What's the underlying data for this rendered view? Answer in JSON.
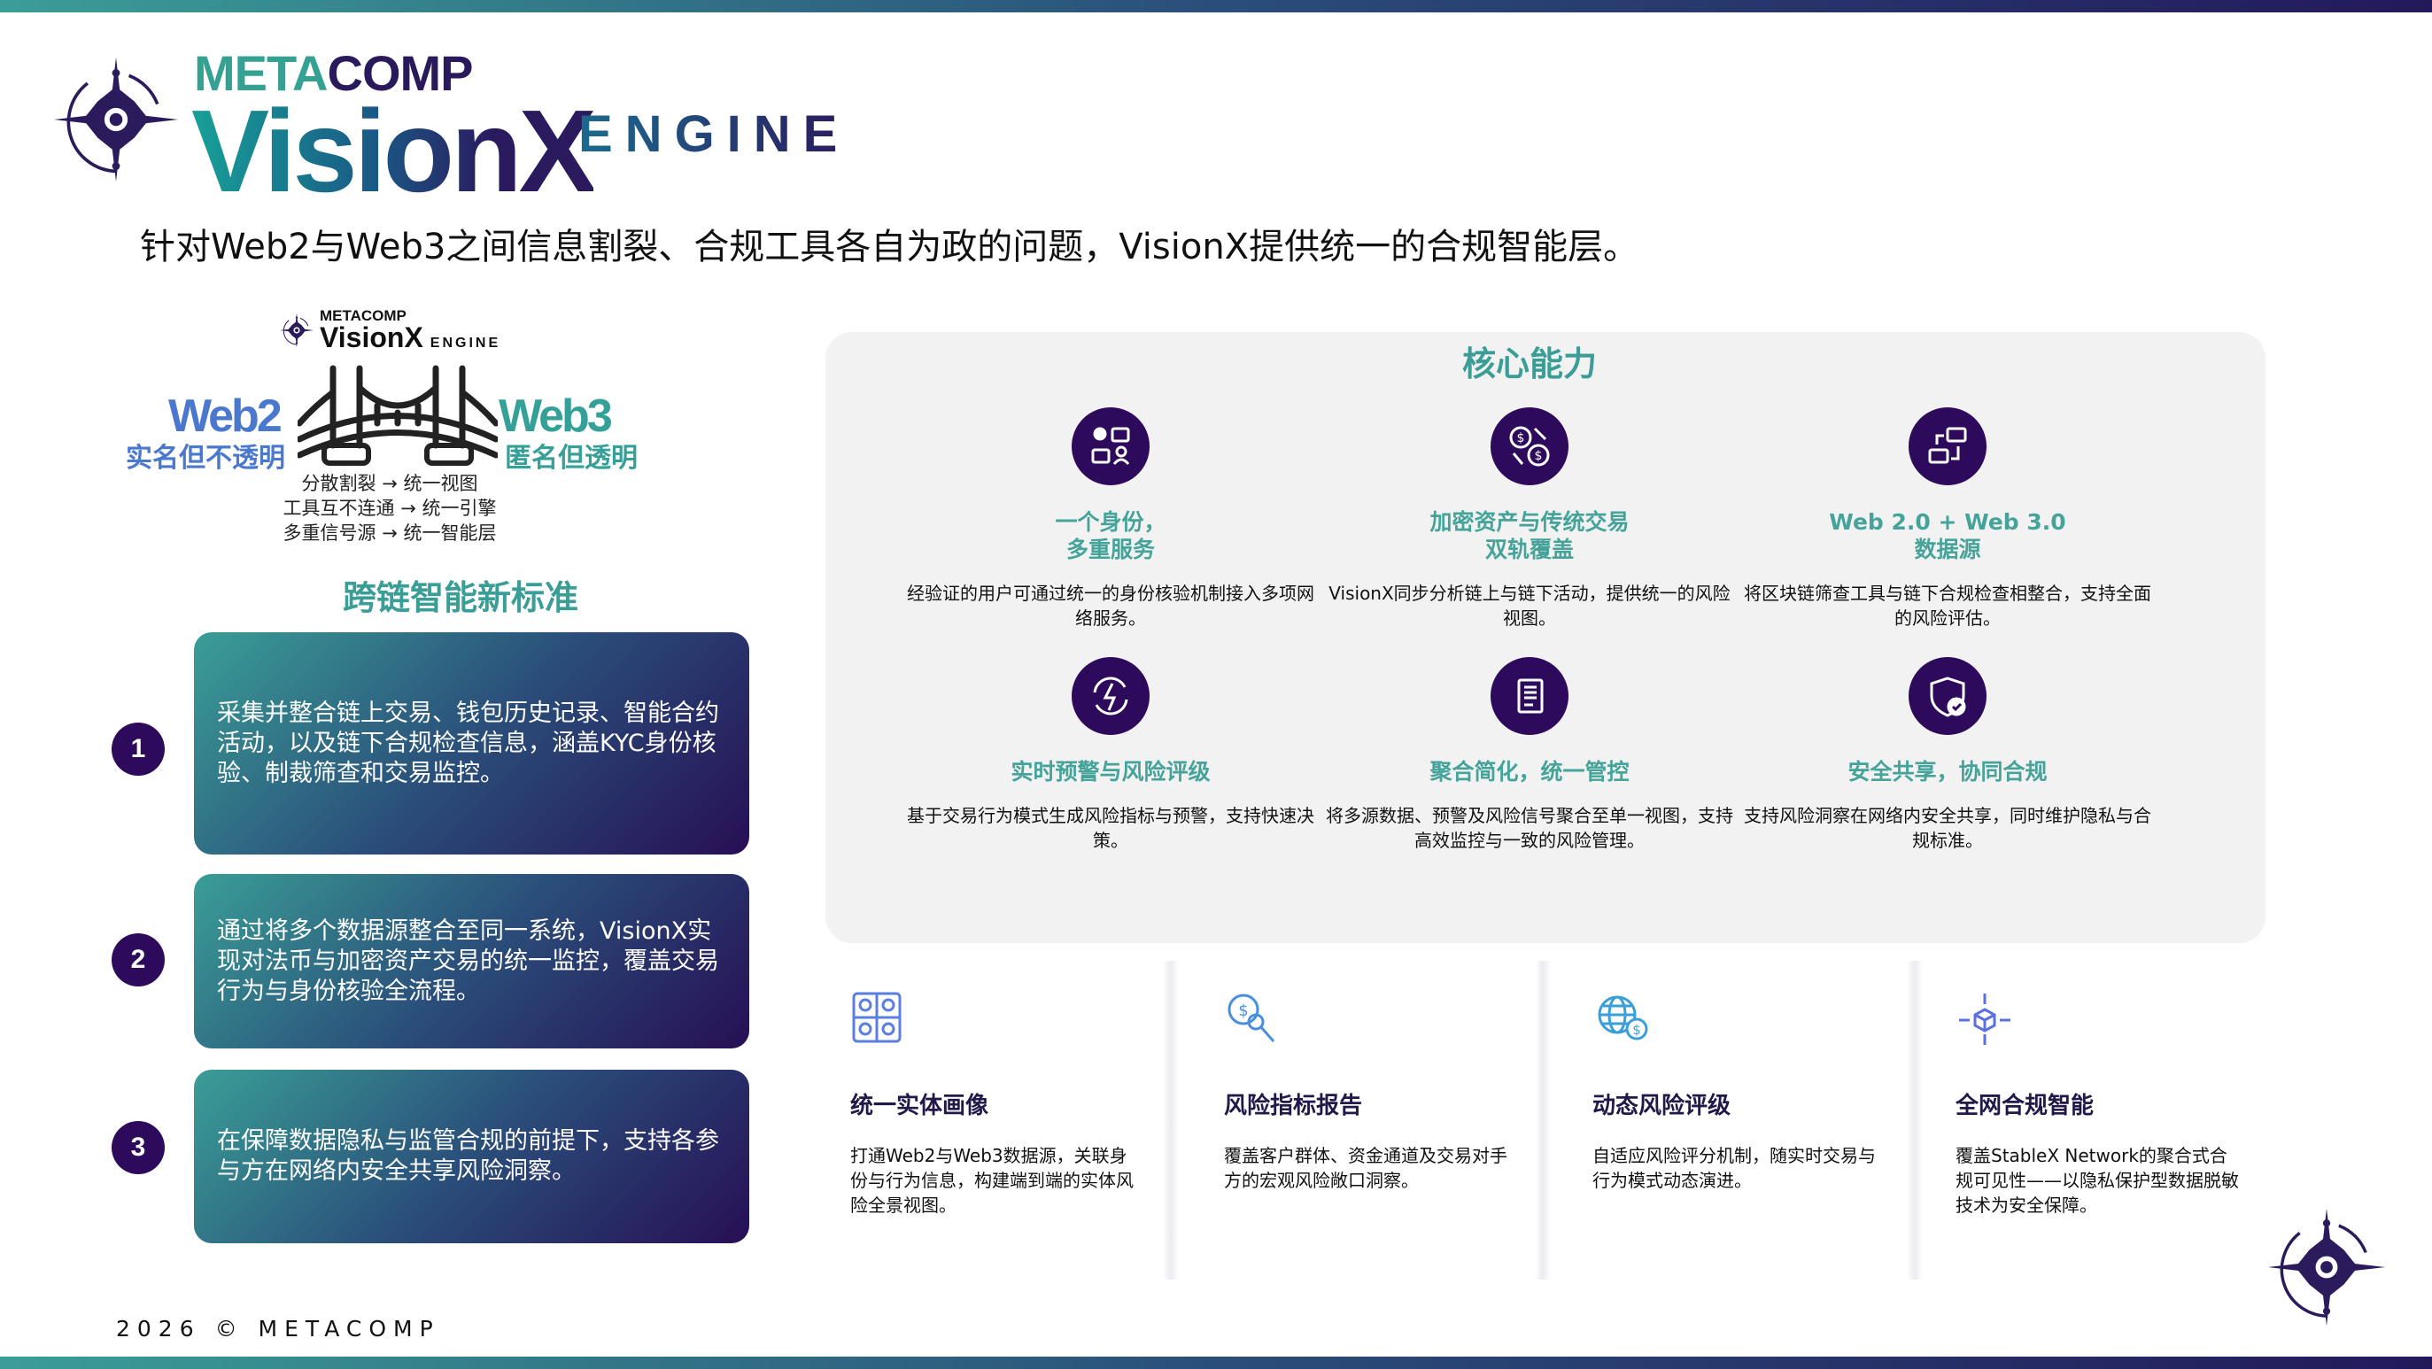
{
  "brand": {
    "metacomp_a": "META",
    "metacomp_b": "COMP",
    "visionx": "VisionX",
    "engine": "ENGINE"
  },
  "subtitle": "针对Web2与Web3之间信息割裂、合规工具各自为政的问题，VisionX提供统一的合规智能层。",
  "bridge": {
    "small_logo": {
      "metacomp": "METACOMP",
      "visionx": "VisionX",
      "engine": "ENGINE"
    },
    "web2": "Web2",
    "web2_sub": "实名但不透明",
    "web3": "Web3",
    "web3_sub": "匿名但透明",
    "flows": [
      "分散割裂 → 统一视图",
      "工具互不连通 → 统一引擎",
      "多重信号源 → 统一智能层"
    ]
  },
  "standard": {
    "title": "跨链智能新标准",
    "items": [
      {
        "num": "1",
        "text": "采集并整合链上交易、钱包历史记录、智能合约活动，以及链下合规检查信息，涵盖KYC身份核验、制裁筛查和交易监控。"
      },
      {
        "num": "2",
        "text": "通过将多个数据源整合至同一系统，VisionX实现对法币与加密资产交易的统一监控，覆盖交易行为与身份核验全流程。"
      },
      {
        "num": "3",
        "text": "在保障数据隐私与监管合规的前提下，支持各参与方在网络内安全共享风险洞察。"
      }
    ]
  },
  "core": {
    "title": "核心能力",
    "items": [
      {
        "icon": "identity-icon",
        "title": "一个身份，\n多重服务",
        "desc": "经验证的用户可通过统一的身份核验机制接入多项网络服务。"
      },
      {
        "icon": "currency-exchange-icon",
        "title": "加密资产与传统交易\n双轨覆盖",
        "desc": "VisionX同步分析链上与链下活动，提供统一的风险视图。"
      },
      {
        "icon": "data-sync-icon",
        "title": "Web 2.0 + Web 3.0\n数据源",
        "desc": "将区块链筛查工具与链下合规检查相整合，支持全面的风险评估。"
      },
      {
        "icon": "alert-bolt-icon",
        "title": "实时预警与风险评级",
        "desc": "基于交易行为模式生成风险指标与预警，支持快速决策。"
      },
      {
        "icon": "document-icon",
        "title": "聚合简化，统一管控",
        "desc": "将多源数据、预警及风险信号聚合至单一视图，支持高效监控与一致的风险管理。"
      },
      {
        "icon": "shield-check-icon",
        "title": "安全共享，协同合规",
        "desc": "支持风险洞察在网络内安全共享，同时维护隐私与合规标准。"
      }
    ]
  },
  "features": [
    {
      "icon": "entity-grid-icon",
      "title": "统一实体画像",
      "desc": "打通Web2与Web3数据源，关联身份与行为信息，构建端到端的实体风险全景视图。"
    },
    {
      "icon": "search-dollar-icon",
      "title": "风险指标报告",
      "desc": "覆盖客户群体、资金通道及交易对手方的宏观风险敞口洞察。"
    },
    {
      "icon": "globe-dollar-icon",
      "title": "动态风险评级",
      "desc": "自适应风险评分机制，随实时交易与行为模式动态演进。"
    },
    {
      "icon": "network-cube-icon",
      "title": "全网合规智能",
      "desc": "覆盖StableX Network的聚合式合规可见性——以隐私保护型数据脱敏技术为安全保障。"
    }
  ],
  "footer": "2026 © METACOMP",
  "colors": {
    "teal": "#3a9e96",
    "navy": "#2e0a5c",
    "panel": "#f2f2f2"
  }
}
